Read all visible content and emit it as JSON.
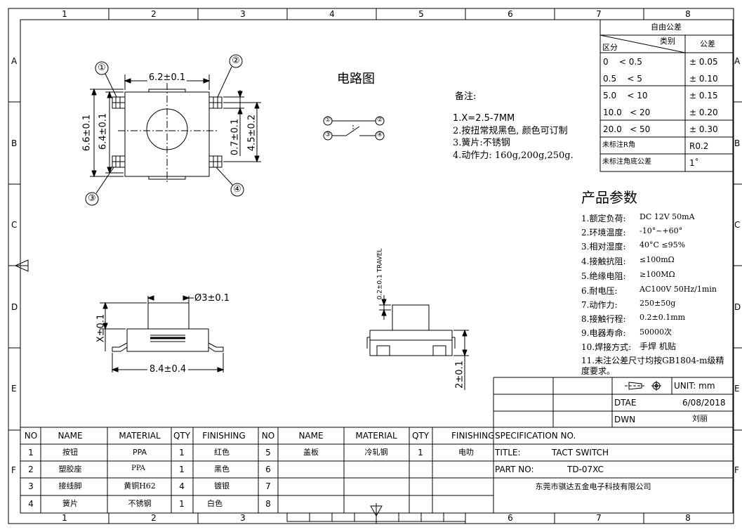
{
  "frame": {
    "col_numbers": [
      "1",
      "2",
      "3",
      "4",
      "5",
      "6",
      "7",
      "8"
    ],
    "row_letters": [
      "A",
      "B",
      "C",
      "D",
      "E",
      "F"
    ]
  },
  "top_view": {
    "dim_width": "6.2±0.1",
    "dim_height_outer": "6.6±0.1",
    "dim_height_inner": "6.4±0.1",
    "dim_pin_width": "0.7±0.1",
    "dim_pin_span": "4.5±0.2",
    "pin_labels": [
      "①",
      "②",
      "③",
      "④"
    ]
  },
  "circuit": {
    "title": "电路图",
    "pins": [
      "①",
      "②",
      "③",
      "④"
    ]
  },
  "notes": {
    "title": "备注:",
    "items": [
      "1.X=2.5-7MM",
      "2.按扭常规黑色, 颜色可订制",
      "3.簧片:不锈钢",
      "4.动作力: 160g,200g,250g."
    ]
  },
  "tolerance_table": {
    "title": "自由公差",
    "header_category": "类别",
    "header_zone": "区分",
    "header_tolerance": "公差",
    "rows": [
      {
        "range": "0    < 0.5",
        "tol": "± 0.05"
      },
      {
        "range": "0.5    < 5",
        "tol": "± 0.10"
      },
      {
        "range": "5.0    < 10",
        "tol": "± 0.15"
      },
      {
        "range": "10.0   < 20",
        "tol": "± 0.20"
      },
      {
        "range": "20.0   < 50",
        "tol": "± 0.30"
      }
    ],
    "r_label": "未标注R角",
    "r_value": "R0.2",
    "angle_label": "未标注角底公差",
    "angle_value": "1˚"
  },
  "product_params": {
    "title": "产品参数",
    "items": [
      {
        "label": "1.额定负荷:",
        "value": "DC 12V 50mA"
      },
      {
        "label": "2.环境温度:",
        "value": "-10°~+60°"
      },
      {
        "label": "3.相对湿度:",
        "value": "40°C ≤95%"
      },
      {
        "label": "4.接触抗阻:",
        "value": "≤100mΩ"
      },
      {
        "label": "5.绝缘电阻:",
        "value": "≥100MΩ"
      },
      {
        "label": "6.耐电压:",
        "value": "AC100V 50Hz/1min"
      },
      {
        "label": "7.动作力:",
        "value": "250±50g"
      },
      {
        "label": "8.接触行程:",
        "value": "0.2±0.1mm"
      },
      {
        "label": "9.电器寿命:",
        "value": "50000次"
      },
      {
        "label": "10.焊接方式:",
        "value": "手焊 机贴"
      }
    ],
    "note_line1": "11.未注公差尺寸均按GB1804-m级精",
    "note_line2": "度要求。"
  },
  "front_view": {
    "dim_diameter": "Ø3±0.1",
    "dim_x": "X±0.1",
    "dim_width": "8.4±0.4"
  },
  "side_view": {
    "dim_travel": "0.2±0.1 TRAVEL",
    "dim_height": "2±0.1"
  },
  "title_block": {
    "unit": "UNIT: mm",
    "dtae_label": "DTAE",
    "dtae_value": "6/08/2018",
    "dwn_label": "DWN",
    "dwn_value": "刘丽",
    "spec_label": "SPECIFICATION NO.",
    "title_label": "TITLE:",
    "title_value": "TACT SWITCH",
    "part_label": "PART NO:",
    "part_value": "TD-07XC",
    "company": "东莞市骐达五金电子科技有限公司"
  },
  "bom": {
    "headers": [
      "NO",
      "NAME",
      "MATERIAL",
      "QTY",
      "FINISHING",
      "NO",
      "NAME",
      "MATERIAL",
      "QTY",
      "FINISHING"
    ],
    "rows": [
      {
        "no": "1",
        "name": "按钮",
        "material": "PPA",
        "qty": "1",
        "finishing": "红色",
        "no2": "5",
        "name2": "盖板",
        "material2": "冷轧钢",
        "qty2": "1",
        "finishing2": "电叻"
      },
      {
        "no": "2",
        "name": "塑胶座",
        "material": "PPA",
        "qty": "1",
        "finishing": "黑色",
        "no2": "6",
        "name2": "",
        "material2": "",
        "qty2": "",
        "finishing2": ""
      },
      {
        "no": "3",
        "name": "接线脚",
        "material": "黄铜H62",
        "qty": "4",
        "finishing": "镀银",
        "no2": "7",
        "name2": "",
        "material2": "",
        "qty2": "",
        "finishing2": ""
      },
      {
        "no": "4",
        "name": "簧片",
        "material": "不锈钢",
        "qty": "1",
        "finishing": "白色",
        "no2": "8",
        "name2": "",
        "material2": "",
        "qty2": "",
        "finishing2": ""
      }
    ]
  }
}
